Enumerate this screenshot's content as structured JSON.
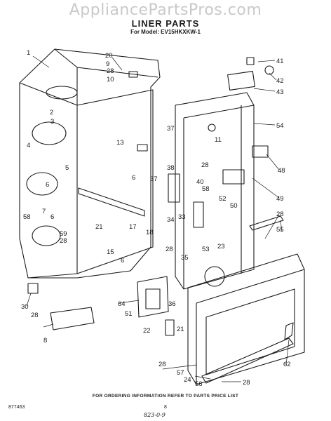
{
  "watermark": "AppliancePartsPros.com",
  "title": "LINER PARTS",
  "model_line": "For Model: EV15HKXKW-1",
  "footer": "FOR ORDERING INFORMATION REFER TO PARTS PRICE LIST",
  "page_code": "877463",
  "page_number": "8",
  "handwritten_note": "823-0-9",
  "callouts": [
    "1",
    "20",
    "9",
    "28",
    "10",
    "2",
    "3",
    "4",
    "5",
    "6",
    "7",
    "58",
    "6",
    "59",
    "28",
    "13",
    "6",
    "21",
    "17",
    "18",
    "15",
    "6",
    "37",
    "38",
    "11",
    "41",
    "42",
    "43",
    "54",
    "28",
    "40",
    "58",
    "52",
    "50",
    "48",
    "49",
    "37",
    "34",
    "33",
    "28",
    "53",
    "23",
    "35",
    "28",
    "55",
    "64",
    "51",
    "36",
    "22",
    "21",
    "28",
    "57",
    "24",
    "56",
    "28",
    "62",
    "30",
    "28",
    "8"
  ],
  "colors": {
    "ink": "#1a1a1a",
    "watermark": "#c9c9c9",
    "background": "#ffffff"
  }
}
